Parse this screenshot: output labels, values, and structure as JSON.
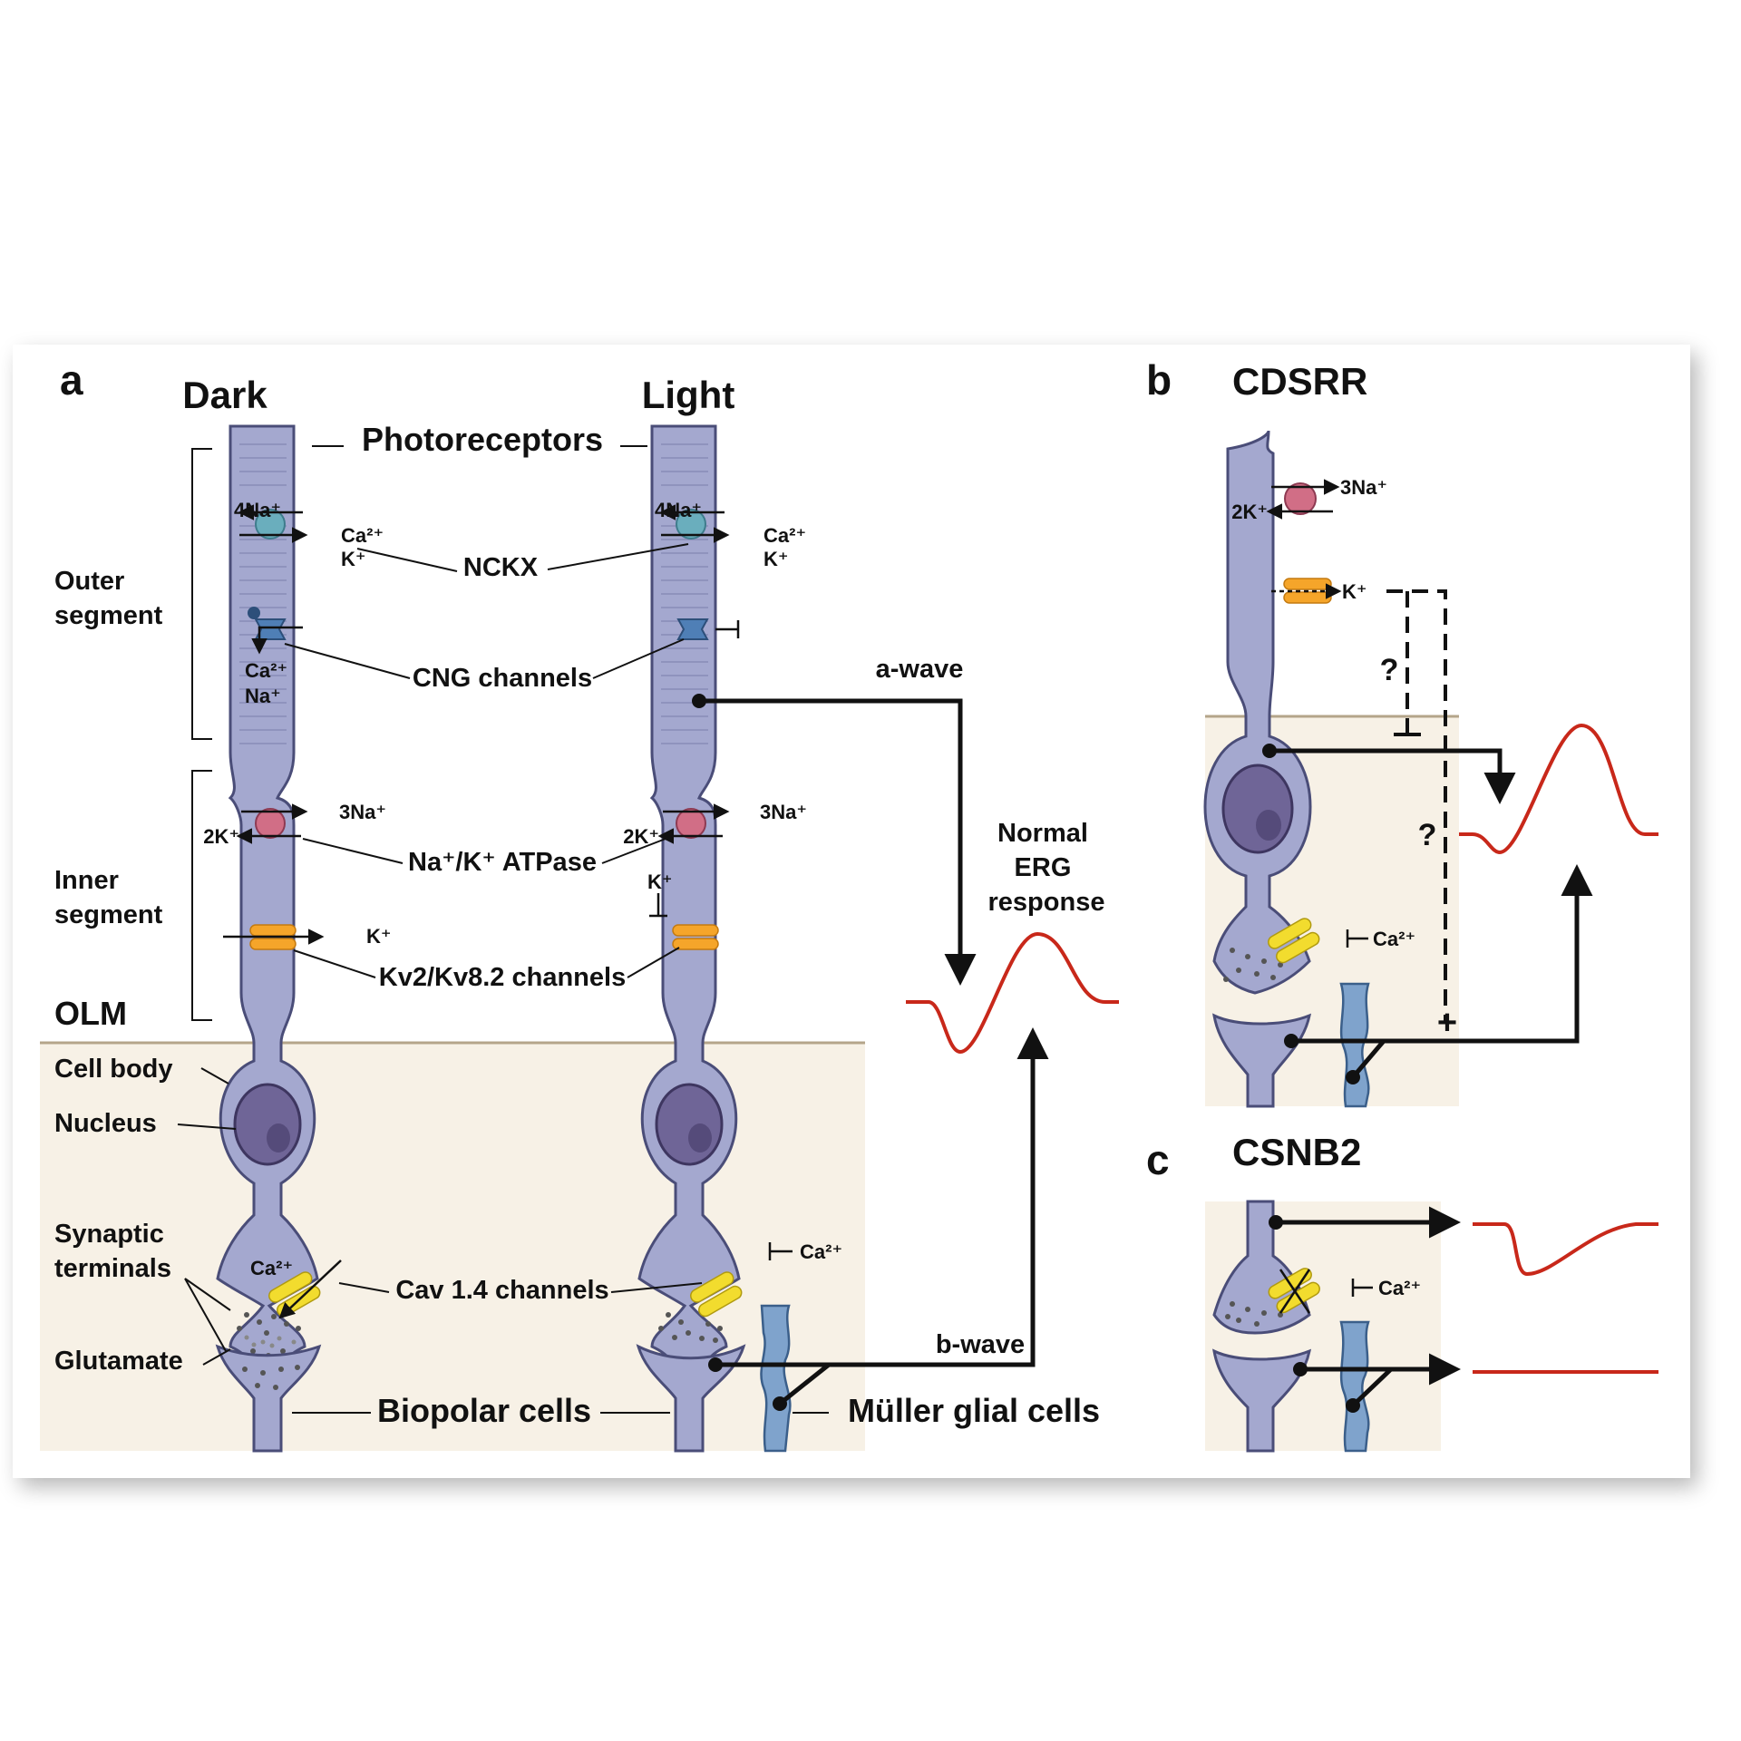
{
  "panels": {
    "a": {
      "letter": "a",
      "dark": "Dark",
      "light": "Light",
      "photoreceptors": "Photoreceptors",
      "outer_segment": [
        "Outer",
        "segment"
      ],
      "inner_segment": [
        "Inner",
        "segment"
      ],
      "olm": "OLM",
      "cell_body": "Cell body",
      "nucleus": "Nucleus",
      "synaptic_terminals": [
        "Synaptic",
        "terminals"
      ],
      "glutamate": "Glutamate",
      "bipolar_cells": "Biopolar cells",
      "muller_cells": "Müller glial cells",
      "nckx": "NCKX",
      "cng_channels": "CNG channels",
      "atpase": "Na⁺/K⁺ ATPase",
      "kv_channels": "Kv2/Kv8.2 channels",
      "cav_channels": "Cav 1.4 channels",
      "a_wave": "a-wave",
      "b_wave": "b-wave",
      "normal_erg": [
        "Normal",
        "ERG",
        "response"
      ],
      "ion_4na": "4Na⁺",
      "ion_ca": "Ca²⁺",
      "ion_k": "K⁺",
      "ion_na": "Na⁺",
      "ion_3na": "3Na⁺",
      "ion_2k": "2K⁺"
    },
    "b": {
      "letter": "b",
      "title": "CDSRR",
      "question": "?",
      "plus": "+"
    },
    "c": {
      "letter": "c",
      "title": "CSNB2"
    }
  },
  "colors": {
    "cell": "#a4a8cf",
    "nucleus": "#6f6597",
    "retina_bg": "#f7f1e6",
    "olm_line": "#b4a58a",
    "erg": "#c8281a",
    "muller": "#7fa3cc",
    "cav": "#f2dc2e",
    "kv": "#f5a52a",
    "nckx": "#6aaebd",
    "atpase": "#d16e86",
    "cng": "#4f7fb6"
  }
}
